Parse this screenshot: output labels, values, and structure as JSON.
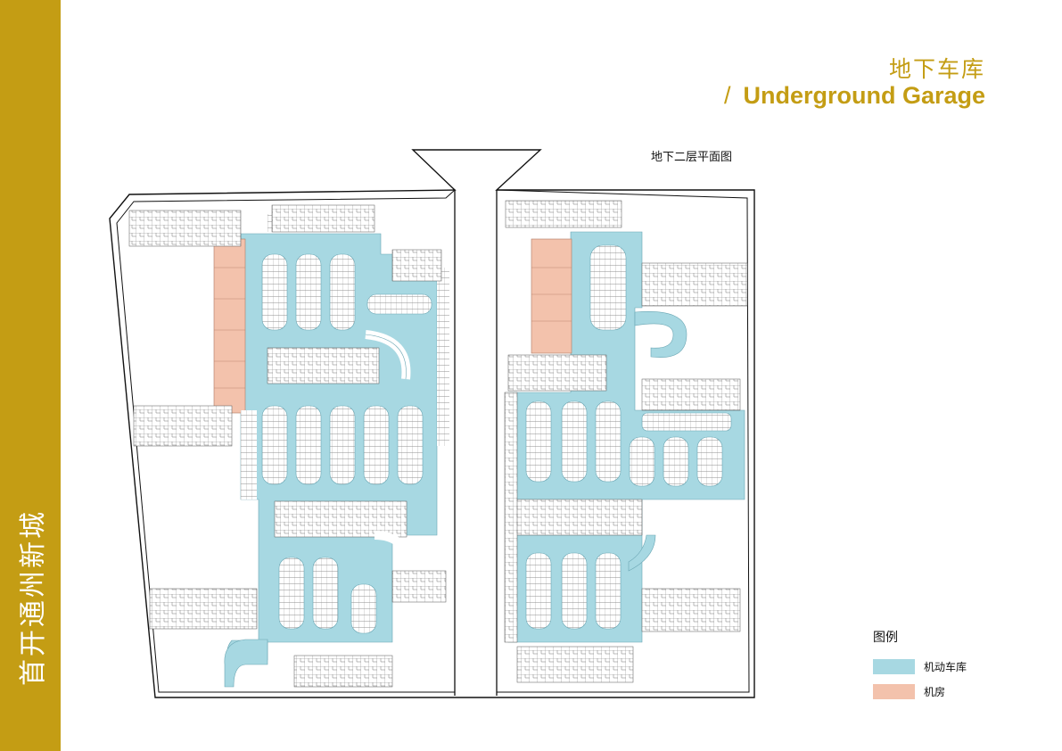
{
  "sidebar": {
    "brand": "首开通州新城"
  },
  "header": {
    "title_cn": "地下车库",
    "title_en": "Underground Garage",
    "separator": "/"
  },
  "plan": {
    "title": "地下二层平面图"
  },
  "legend": {
    "title": "图例",
    "items": [
      {
        "label": "机动车库",
        "color": "#a7d8e2"
      },
      {
        "label": "机房",
        "color": "#f3c2ac"
      }
    ]
  },
  "colors": {
    "accent": "#c49d14",
    "garage": "#a7d8e2",
    "machine_room": "#f3c2ac"
  }
}
